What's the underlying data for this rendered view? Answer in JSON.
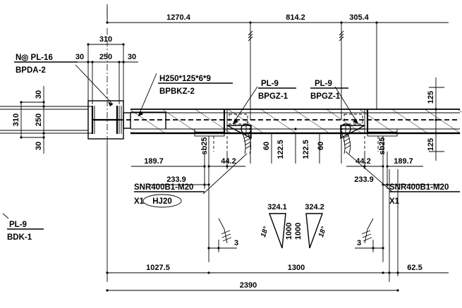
{
  "drawing": {
    "type": "steel-connection-detail",
    "title": "Steel Beam-Column Connection Detail",
    "background_color": "#ffffff",
    "line_color": "#000000"
  },
  "top_dimensions": [
    {
      "id": "d-1270-4",
      "value": "1270.4"
    },
    {
      "id": "d-814-2",
      "value": "814.2"
    },
    {
      "id": "d-305-4",
      "value": "305.4"
    }
  ],
  "column_dimensions": {
    "overall_width": "310",
    "segments": [
      "30",
      "250",
      "30"
    ],
    "overall_height": "310",
    "height_segments": [
      "30",
      "250",
      "30"
    ]
  },
  "right_dimensions": [
    {
      "id": "d-125-top",
      "value": "125"
    },
    {
      "id": "d-125-bottom",
      "value": "125"
    }
  ],
  "beam_dimensions": [
    {
      "id": "d-60-left",
      "value": "60"
    },
    {
      "id": "d-122-5-left",
      "value": "122.5"
    },
    {
      "id": "d-122-5-right",
      "value": "122.5"
    },
    {
      "id": "d-60-right",
      "value": "60"
    }
  ],
  "bolt_dimensions_left": {
    "outer": "189.7",
    "inner": "44.2",
    "total": "233.9",
    "weld": "sb25"
  },
  "bolt_dimensions_right": {
    "inner": "44.2",
    "outer": "189.7",
    "total": "233.9",
    "weld": "sb25"
  },
  "slope_left": {
    "run": "324.1",
    "rise": "1000",
    "angle": "18°"
  },
  "slope_right": {
    "run": "324.2",
    "rise": "1000",
    "angle": "18°"
  },
  "gap_dimensions": [
    {
      "id": "gap-left",
      "value": "3"
    },
    {
      "id": "gap-right",
      "value": "3"
    }
  ],
  "bottom_dimensions": [
    {
      "id": "b-1027-5",
      "value": "1027.5"
    },
    {
      "id": "b-1300",
      "value": "1300"
    },
    {
      "id": "b-62-5",
      "value": "62.5"
    }
  ],
  "overall_dimension": {
    "id": "overall",
    "value": "2390"
  },
  "part_labels": [
    {
      "id": "label-bpda-2",
      "line1": "N◎ PL-16",
      "line2": "BPDA-2",
      "position": "upper-left"
    },
    {
      "id": "label-bpbkz-2",
      "line1": "H250*125*6*9",
      "line2": "BPBKZ-2",
      "position": "upper-center-left"
    },
    {
      "id": "label-bpgz-1-left",
      "line1": "PL-9",
      "line2": "BPGZ-1",
      "position": "upper-center"
    },
    {
      "id": "label-bpgz-1-right",
      "line1": "PL-9",
      "line2": "BPGZ-1",
      "position": "upper-center-right"
    },
    {
      "id": "label-bdk-1",
      "line1": "PL-9",
      "line2": "BDK-1",
      "position": "lower-left"
    }
  ],
  "bolt_labels": [
    {
      "id": "bolt-label-left",
      "line1": "SNR400B1-M20",
      "qty": "X1",
      "tag": "HJ20",
      "has_tag": true
    },
    {
      "id": "bolt-label-right",
      "line1": "SNR400B1-M20",
      "qty": "X1",
      "tag": "",
      "has_tag": false
    }
  ]
}
